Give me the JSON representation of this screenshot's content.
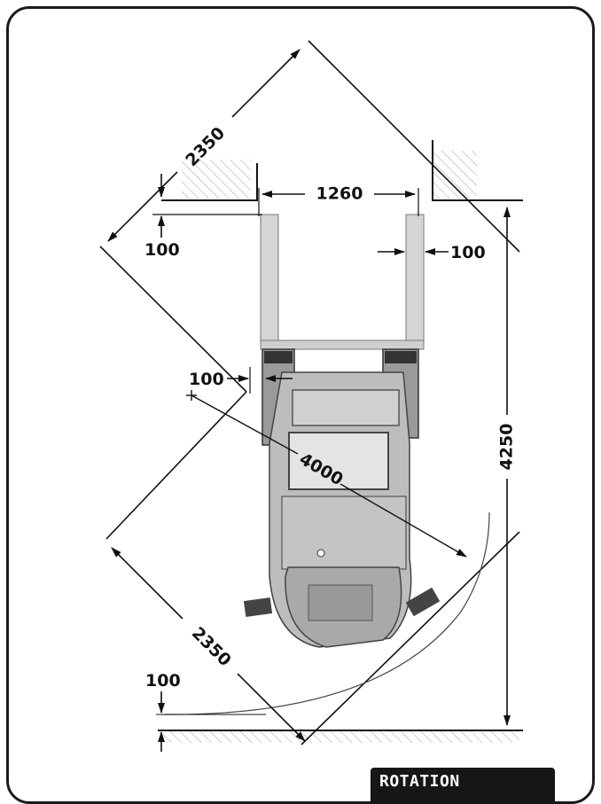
{
  "dimensions": {
    "top_diagonal": "2350",
    "fork_spread": "1260",
    "top_left_clearance": "100",
    "right_clearance": "100",
    "side_clearance": "100",
    "turning_radius": "4000",
    "aisle_length": "4250",
    "bottom_diagonal": "2350",
    "bottom_clearance": "100"
  },
  "badge": {
    "label": "ROTATION"
  }
}
